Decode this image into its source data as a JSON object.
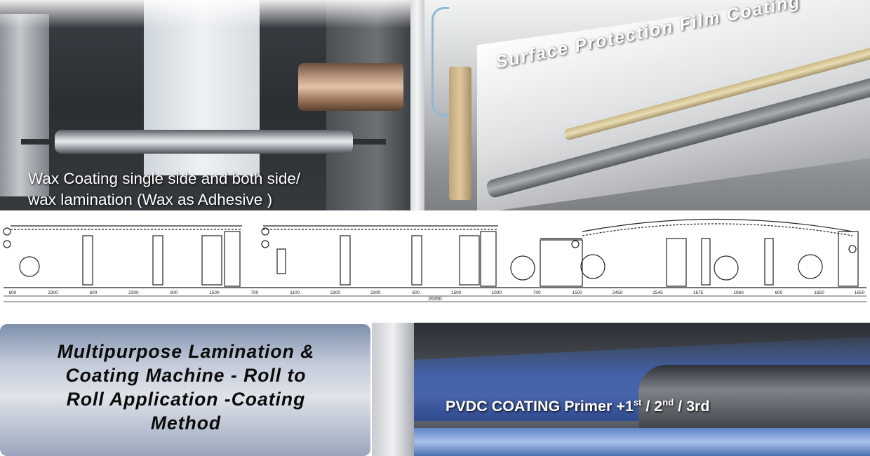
{
  "panels": {
    "wax": {
      "caption_line1": "Wax Coating single side and both side/",
      "caption_line2": "wax lamination (Wax as Adhesive )"
    },
    "film": {
      "caption": "Surface Protection Film Coating"
    },
    "title_box": {
      "line1": "Multipurpose Lamination &",
      "line2": "Coating Machine - Roll to",
      "line3": "Roll Application -Coating",
      "line4": "Method"
    },
    "pvdc": {
      "caption_main": "PVDC COATING  Primer +1",
      "sup1": "st",
      "sep1": " / 2",
      "sup2": "nd",
      "sep2": " / 3rd"
    }
  },
  "drawing": {
    "dimensions": [
      "600",
      "2300",
      "600",
      "2300",
      "600",
      "1500",
      "700",
      "1100",
      "2300",
      "2300",
      "600",
      "1500",
      "1000",
      "700",
      "1500",
      "2450",
      "2545",
      "1675",
      "1960",
      "600",
      "1650",
      "1650"
    ],
    "total_length": "26350"
  },
  "colors": {
    "title_box_top": "#7e8fac",
    "title_box_mid": "#dfe3ea",
    "pvdc_blue": "#3c64be",
    "film_rod": "#e9ddb4"
  }
}
